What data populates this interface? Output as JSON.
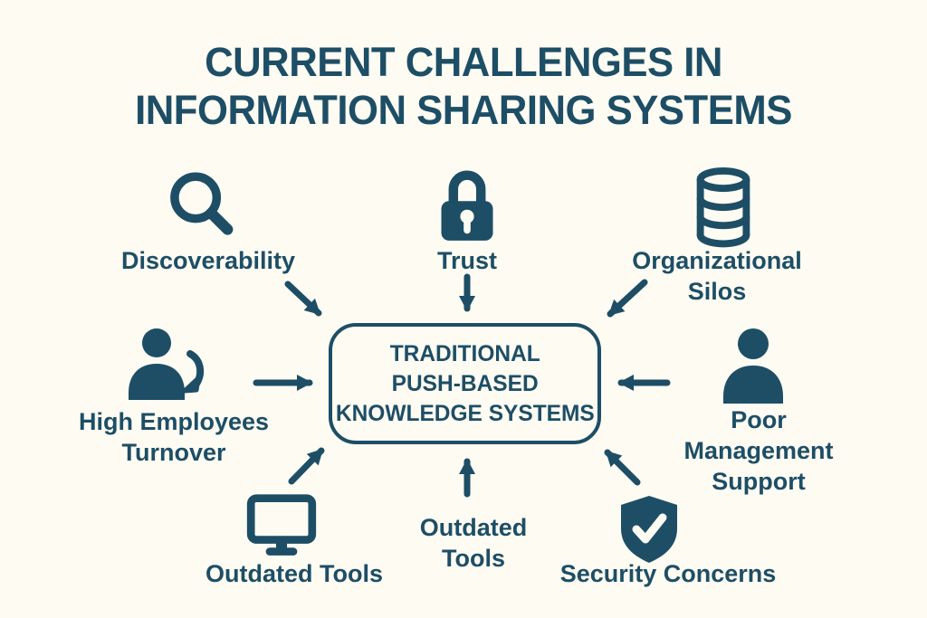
{
  "title": {
    "line1": "CURRENT CHALLENGES IN",
    "line2": "INFORMATION SHARING SYSTEMS"
  },
  "center_box": {
    "line1": "TRADITIONAL",
    "line2": "PUSH-BASED",
    "line3": "KNOWLEDGE SYSTEMS"
  },
  "nodes": [
    {
      "id": "discoverability",
      "label": "Discoverability",
      "icon": "magnifier-icon"
    },
    {
      "id": "trust",
      "label": "Trust",
      "icon": "lock-icon"
    },
    {
      "id": "organizational-silos",
      "label": "Organizational Silos",
      "icon": "database-icon"
    },
    {
      "id": "high-employees-turnover",
      "label": "High Employees Turnover",
      "icon": "person-turnover-icon"
    },
    {
      "id": "poor-management-support",
      "label": "Poor Management Support",
      "icon": "person-icon"
    },
    {
      "id": "outdated-tools-left",
      "label": "Outdated Tools",
      "icon": "monitor-icon"
    },
    {
      "id": "outdated-tools-center",
      "label": "Outdated Tools",
      "icon": null
    },
    {
      "id": "security-concerns",
      "label": "Security Concerns",
      "icon": "shield-check-icon"
    }
  ],
  "colors": {
    "ink": "#1d4e66",
    "background": "#fdfbf2"
  }
}
